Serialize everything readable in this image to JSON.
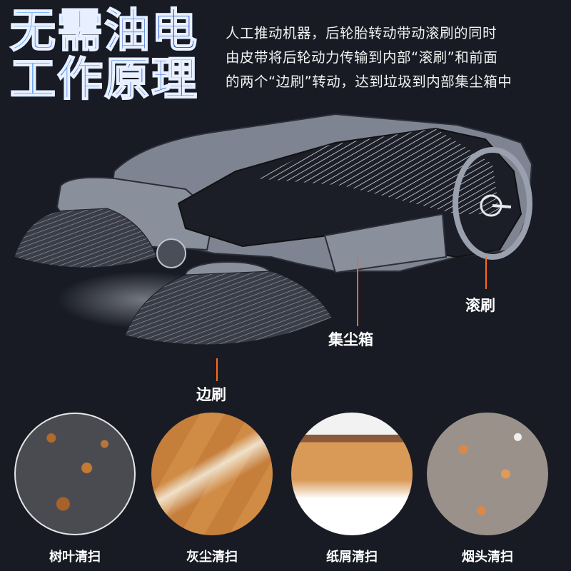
{
  "title": {
    "line1": "无需油电",
    "line2": "工作原理"
  },
  "description": {
    "lines": [
      "人工推动机器，后轮胎转动带动滚刷的同时",
      "由皮带将后轮动力传输到内部“滚刷”和前面",
      "的两个“边刷”转动，达到垃圾到内部集尘箱中"
    ]
  },
  "diagram": {
    "subject": "手推式扫地机剖面图",
    "labels": {
      "roller_brush": "滚刷",
      "dust_bin": "集尘箱",
      "side_brush": "边刷"
    },
    "leader_color": "#ff6a1a"
  },
  "scenes": [
    {
      "caption": "树叶清扫",
      "icon": "leaves-on-asphalt-image"
    },
    {
      "caption": "灰尘清扫",
      "icon": "dust-on-wood-floor-image"
    },
    {
      "caption": "纸屑清扫",
      "icon": "paper-scraps-image"
    },
    {
      "caption": "烟头清扫",
      "icon": "cigarette-butts-image"
    }
  ],
  "colors": {
    "background": "#181b24",
    "title_gradient_light": "#6fb0ff",
    "title_gradient_dark": "#163aa8",
    "accent_orange": "#ff6a1a"
  }
}
